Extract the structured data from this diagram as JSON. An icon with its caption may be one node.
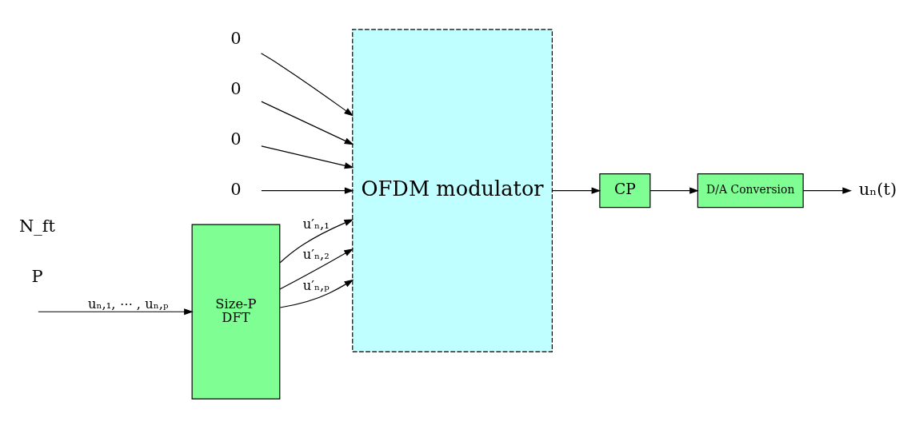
{
  "diagram": {
    "nodes": [
      {
        "text": [
          "Size-P",
          "DFT"
        ]
      },
      {
        "text": [
          "OFDM modulator"
        ]
      },
      {
        "text": [
          "CP"
        ]
      },
      {
        "text": [
          "D/A Conversion"
        ]
      },
      {
        "text": [
          "uₙ(t)"
        ]
      },
      {
        "text": [
          "0"
        ]
      },
      {
        "text": [
          "0"
        ]
      },
      {
        "text": [
          "0"
        ]
      },
      {
        "text": [
          "0"
        ]
      }
    ],
    "edges": [
      {
        "from": null,
        "to": 0,
        "arrow": "to",
        "label": "uₙ,₁, ⋯ , uₙ,ₚ"
      },
      {
        "from": 5,
        "to": 1,
        "arrow": "to"
      },
      {
        "from": 6,
        "to": 1,
        "arrow": "to"
      },
      {
        "from": 0,
        "to": 1,
        "arrow": "to",
        "label": "u′ₙ,₁"
      },
      {
        "from": 0,
        "to": 1,
        "arrow": "to",
        "label": "u′ₙ,₂"
      },
      {
        "from": 0,
        "to": 1,
        "arrow": "to",
        "label": "u′ₙ,ₚ"
      },
      {
        "from": 7,
        "to": 1,
        "arrow": "to"
      },
      {
        "from": 8,
        "to": 1,
        "arrow": "to"
      },
      {
        "from": 1,
        "to": 2,
        "arrow": "to"
      },
      {
        "from": 2,
        "to": 3,
        "arrow": "to"
      },
      {
        "from": 3,
        "to": 4,
        "arrow": "to"
      }
    ],
    "labels": [
      "P",
      "N_ft"
    ]
  }
}
